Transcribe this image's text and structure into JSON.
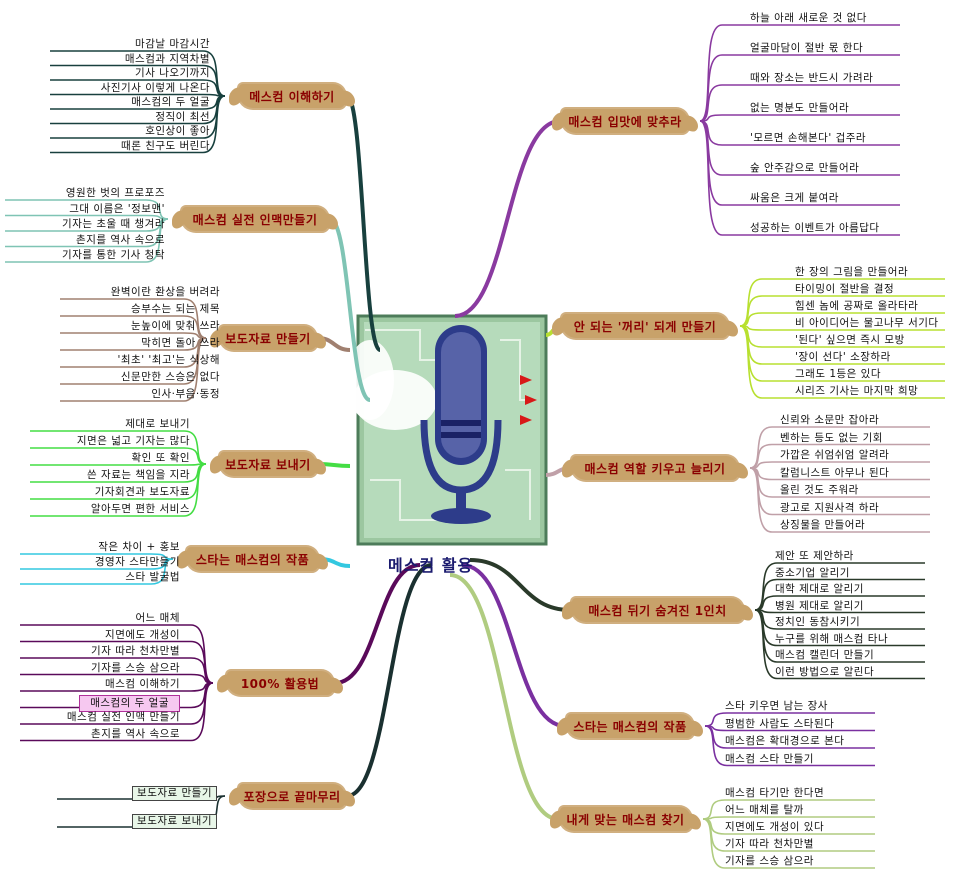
{
  "center": {
    "title": "메스컴 활용"
  },
  "colors": {
    "branch_text": "#8a0000",
    "brush": "#c8a26a",
    "center_title": "#1a1a6e"
  },
  "left": [
    {
      "label": "메스컴 이해하기",
      "color": "#18403e",
      "items": [
        "마감날 마감시간",
        "매스컴과 지역차별",
        "기사 나오기까지",
        "사진기사 이렇게 나온다",
        "매스컴의 두 얼굴",
        "정직이 최선",
        "호인상이 좋아",
        "때론 친구도 버린다"
      ]
    },
    {
      "label": "매스컴 실전 인맥만들기",
      "color": "#7fc4b4",
      "items": [
        "영원한 벗의 프로포즈",
        "그대 이름은 '정보맨'",
        "기자는 초울 때 챙겨라",
        "촌지를 역사 속으로",
        "기자를 통한 기사 청탁"
      ]
    },
    {
      "label": "보도자료 만들기",
      "color": "#a08070",
      "items": [
        "완벽이란 환상을 버려라",
        "승부수는 되는 제목",
        "눈높이에 맞춰 쓰라",
        "막히면 돌아 쓰라",
        "'최초' '최고'는 식상해",
        "신문만한 스승은 없다",
        "인사·부음·동정"
      ]
    },
    {
      "label": "보도자료 보내기",
      "color": "#44dd44",
      "items": [
        "제대로 보내기",
        "지면은 넓고 기자는 많다",
        "확인 또 확인",
        "쓴 자료는 책임을 지라",
        "기자회견과 보도자료",
        "알아두면 편한 서비스"
      ]
    },
    {
      "label": "스타는 매스컴의 작품",
      "color": "#33c8e0",
      "items": [
        "작은 차이 + 홍보",
        "경영자 스타만들기",
        "스타 발굴법"
      ]
    },
    {
      "label": "100% 활용법",
      "color": "#5a0a5a",
      "items": [
        "어느 매체",
        "지면에도 개성이",
        "기자 따라 천차만별",
        "기자를 스승 삼으라",
        "매스컴 이해하기",
        "매스컴의 두 얼굴",
        "매스컴 실전 인맥 만들기",
        "촌지를 역사 속으로"
      ]
    },
    {
      "label": "포장으로 끝마무리",
      "color": "#1a3030",
      "items": [
        "보도자료 만들기",
        "보도자료 보내기"
      ]
    }
  ],
  "right": [
    {
      "label": "매스컴 입맛에 맞추라",
      "color": "#8a3aa0",
      "items": [
        "하늘 아래 새로운 것 없다",
        "얼굴마담이 절반 몫 한다",
        "때와 장소는 반드시 가려라",
        "없는 명분도 만들어라",
        "'모르면 손해본다' 겁주라",
        "숲 안주감으로 만들어라",
        "싸움은 크게 붙여라",
        "성공하는 이벤트가 아름답다"
      ]
    },
    {
      "label": "안 되는 '꺼리' 되게 만들기",
      "color": "#b8e030",
      "items": [
        "한 장의 그림을 만들어라",
        "타이밍이 절반을 결정",
        "힘센 놈에 공짜로 올라타라",
        "비 아이디어는 물고나무 서기다",
        "'된다' 싶으면 즉시 모방",
        "'장이 선다' 소장하라",
        "그래도 1등은 있다",
        "시리즈 기사는 마지막 희망"
      ]
    },
    {
      "label": "매스컴 역할 키우고 늘리기",
      "color": "#c0a0a8",
      "items": [
        "신뢰와 소문만 잡아라",
        "벤하는 등도 없는 기회",
        "가깝은 쉬엄쉬엄 알려라",
        "칼럼니스트 아무나 된다",
        "올린 것도 주워라",
        "광고로 지원사격 하라",
        "상징물을 만들어라"
      ]
    },
    {
      "label": "매스컴 뒤기 숨겨진 1인치",
      "color": "#2a3a2a",
      "items": [
        "제안 또 제안하라",
        "중소기업 알리기",
        "대학 제대로 알리기",
        "병원 제대로 알리기",
        "정치인 동참시키기",
        "누구를 위해 매스컴 타나",
        "매스컴 캘린더 만들기",
        "이런 방법으로 알린다"
      ]
    },
    {
      "label": "스타는 매스컴의 작품",
      "color": "#7a30a0",
      "items": [
        "스타 키우면 남는 장사",
        "평범한 사람도 스타된다",
        "매스컴은 확대경으로 본다",
        "매스컴 스타 만들기"
      ]
    },
    {
      "label": "내게 맞는 매스컴 찾기",
      "color": "#b0cc80",
      "items": [
        "매스컴 타기만 한다면",
        "어느 매체를 탈까",
        "지면에도 개성이 있다",
        "기자 따라 천차만별",
        "기자를 스승 삼으라"
      ]
    }
  ]
}
